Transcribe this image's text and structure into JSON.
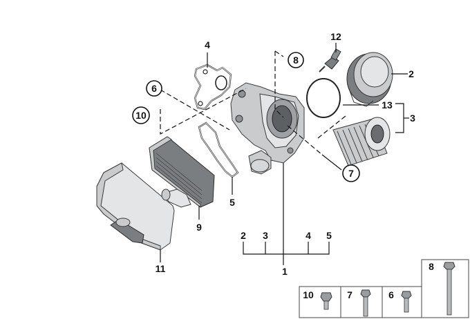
{
  "callouts": {
    "c2_cap": "2",
    "c3_filter": "3",
    "c4_gasket": "4",
    "c5_gasket": "5",
    "c6": "6",
    "c7": "7",
    "c8": "8",
    "c9_cooler": "9",
    "c10": "10",
    "c11_cover": "11",
    "c12_sensor": "12",
    "c13_oring": "13",
    "c1_housing": "1"
  },
  "assembly_group": {
    "items": [
      "2",
      "3",
      "4",
      "5"
    ]
  },
  "fasteners": {
    "box1": "10",
    "box2": "7",
    "box3": "6",
    "box4": "8"
  }
}
